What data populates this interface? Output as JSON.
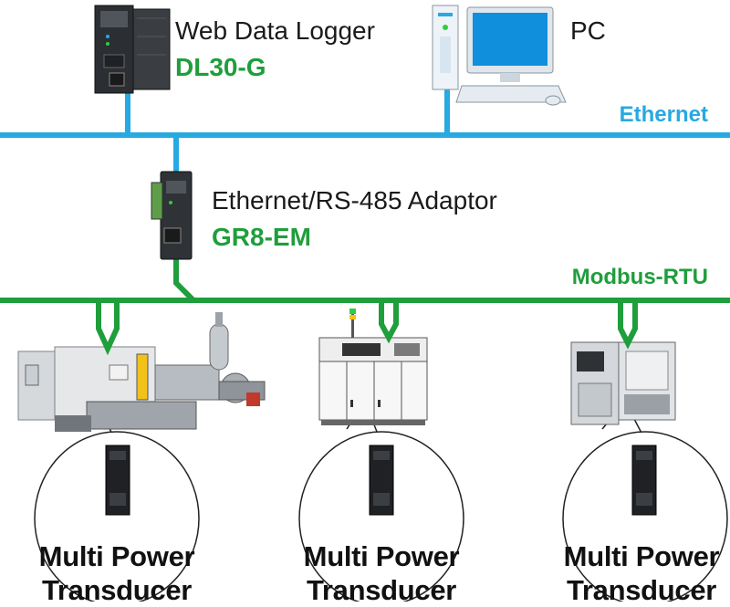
{
  "colors": {
    "ethernet": "#27a9e1",
    "modbus": "#1f9e3c",
    "model_text": "#1f9e3c",
    "ethernet_text": "#27a9e1"
  },
  "logger": {
    "name": "Web Data Logger",
    "model": "DL30-G"
  },
  "pc": {
    "name": "PC"
  },
  "ethernet": {
    "label": "Ethernet"
  },
  "adaptor": {
    "name": "Ethernet/RS-485 Adaptor",
    "model": "GR8-EM"
  },
  "modbus": {
    "label": "Modbus-RTU"
  },
  "machines": [
    {
      "icon": "injection-molding-machine-icon"
    },
    {
      "icon": "inspection-machine-icon"
    },
    {
      "icon": "chamber-machine-icon"
    }
  ],
  "transducers": [
    {
      "line1": "Multi Power",
      "line2": "Transducer"
    },
    {
      "line1": "Multi Power",
      "line2": "Transducer"
    },
    {
      "line1": "Multi Power",
      "line2": "Transducer"
    }
  ]
}
